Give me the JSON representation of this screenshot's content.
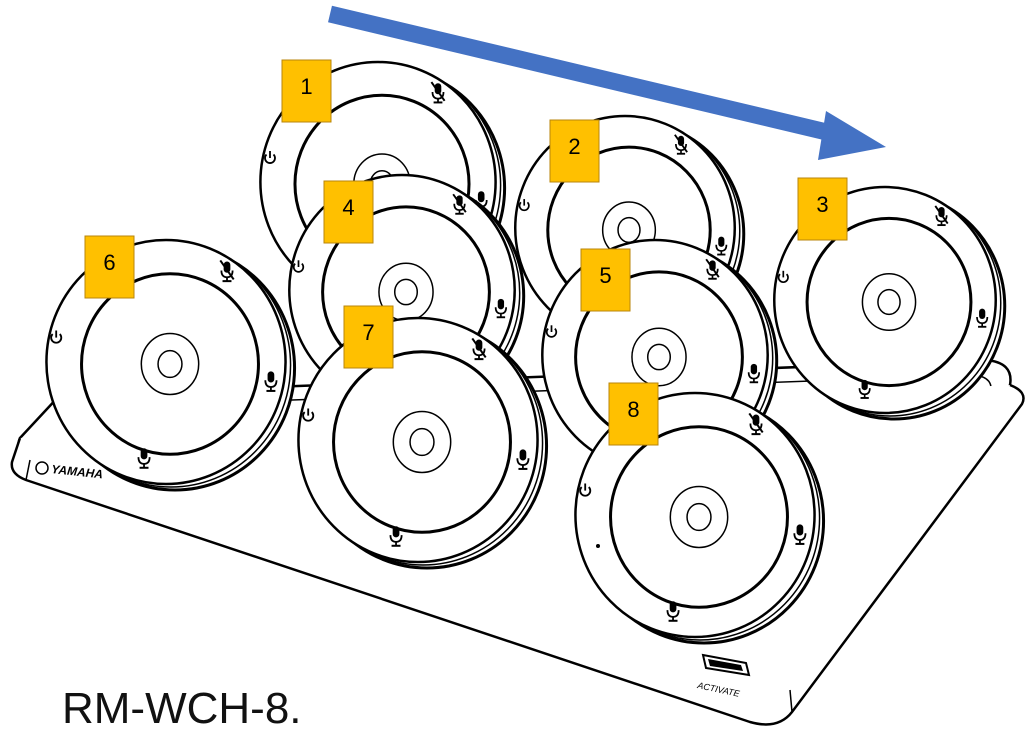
{
  "brand": "YAMAHA",
  "model": "RM-WCH-8.",
  "activate_label": "ACTIVATE",
  "colors": {
    "arrow": "#4472C4",
    "label_fill": "#FFC000",
    "label_border": "#B8860B",
    "outline": "#000000"
  },
  "icons": {
    "top": "mute-icon",
    "side": "power-icon",
    "right": "mic-icon",
    "bottom": "mic-icon"
  },
  "mics": [
    {
      "label": "1"
    },
    {
      "label": "2"
    },
    {
      "label": "3"
    },
    {
      "label": "4"
    },
    {
      "label": "5"
    },
    {
      "label": "6"
    },
    {
      "label": "7"
    },
    {
      "label": "8"
    }
  ]
}
